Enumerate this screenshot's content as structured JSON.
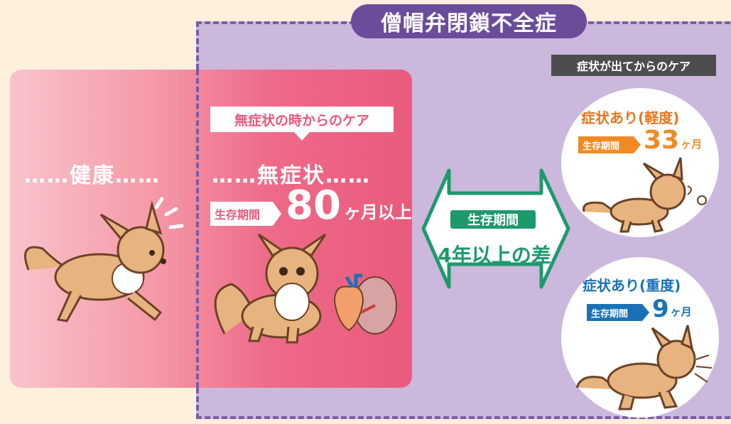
{
  "title": "僧帽弁閉鎖不全症",
  "healthy": {
    "label": "……健康……"
  },
  "asymptomatic": {
    "tag": "無症状の時からのケア",
    "label": "……無症状……",
    "survival_tag": "生存期間",
    "survival_value": "80",
    "survival_unit": "ヶ月以上"
  },
  "comparison": {
    "pill": "生存期間",
    "difference": "4年以上の差"
  },
  "symptomatic": {
    "label": "症状が出てからのケア",
    "mild": {
      "title": "症状あり(軽度)",
      "survival_tag": "生存期間",
      "survival_value": "33",
      "survival_unit": "ヶ月"
    },
    "severe": {
      "title": "症状あり(重度)",
      "survival_tag": "生存期間",
      "survival_value": "9",
      "survival_unit": "ヶ月"
    }
  },
  "colors": {
    "background": "#fdf0dc",
    "purple": "#6b4c9a",
    "pink": "#e95a7c",
    "green": "#1d9a6c",
    "orange": "#f08a24",
    "blue": "#1a72b6"
  }
}
